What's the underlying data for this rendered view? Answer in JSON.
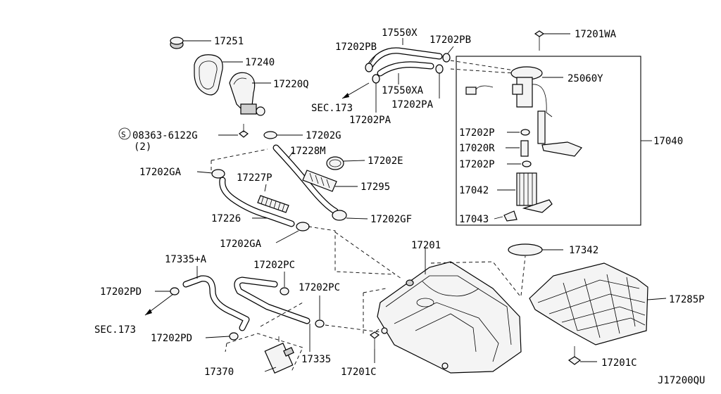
{
  "labels": {
    "p17251": "17251",
    "p17240": "17240",
    "p17220Q": "17220Q",
    "p08363": "08363-6122G",
    "p08363_qty": "(2)",
    "p17202G": "17202G",
    "p17228M": "17228M",
    "p17202E": "17202E",
    "p17202GA_top": "17202GA",
    "p17227P": "17227P",
    "p17295": "17295",
    "p17226": "17226",
    "p17202GF": "17202GF",
    "p17202GA_bottom": "17202GA",
    "p17550X": "17550X",
    "p17202PB_left": "17202PB",
    "p17202PB_right": "17202PB",
    "p17550XA": "17550XA",
    "p17202PA_right": "17202PA",
    "p17202PA_left": "17202PA",
    "sec173_top": "SEC.173",
    "p17201WA": "17201WA",
    "p25060Y": "25060Y",
    "p17202P_top": "17202P",
    "p17020R": "17020R",
    "p17202P_bottom": "17202P",
    "p17042": "17042",
    "p17043": "17043",
    "p17040": "17040",
    "p17342": "17342",
    "p17201": "17201",
    "p17285P": "17285P",
    "p17201C_right": "17201C",
    "p17201C_left": "17201C",
    "p17335A": "17335+A",
    "p17202PC_top": "17202PC",
    "p17202PC_right": "17202PC",
    "p17202PD_top": "17202PD",
    "sec173_bottom": "SEC.173",
    "p17202PD_bottom": "17202PD",
    "p17370": "17370",
    "p17335": "17335",
    "diagram_code": "J17200QU"
  },
  "icons": {
    "screw_symbol": "S"
  }
}
